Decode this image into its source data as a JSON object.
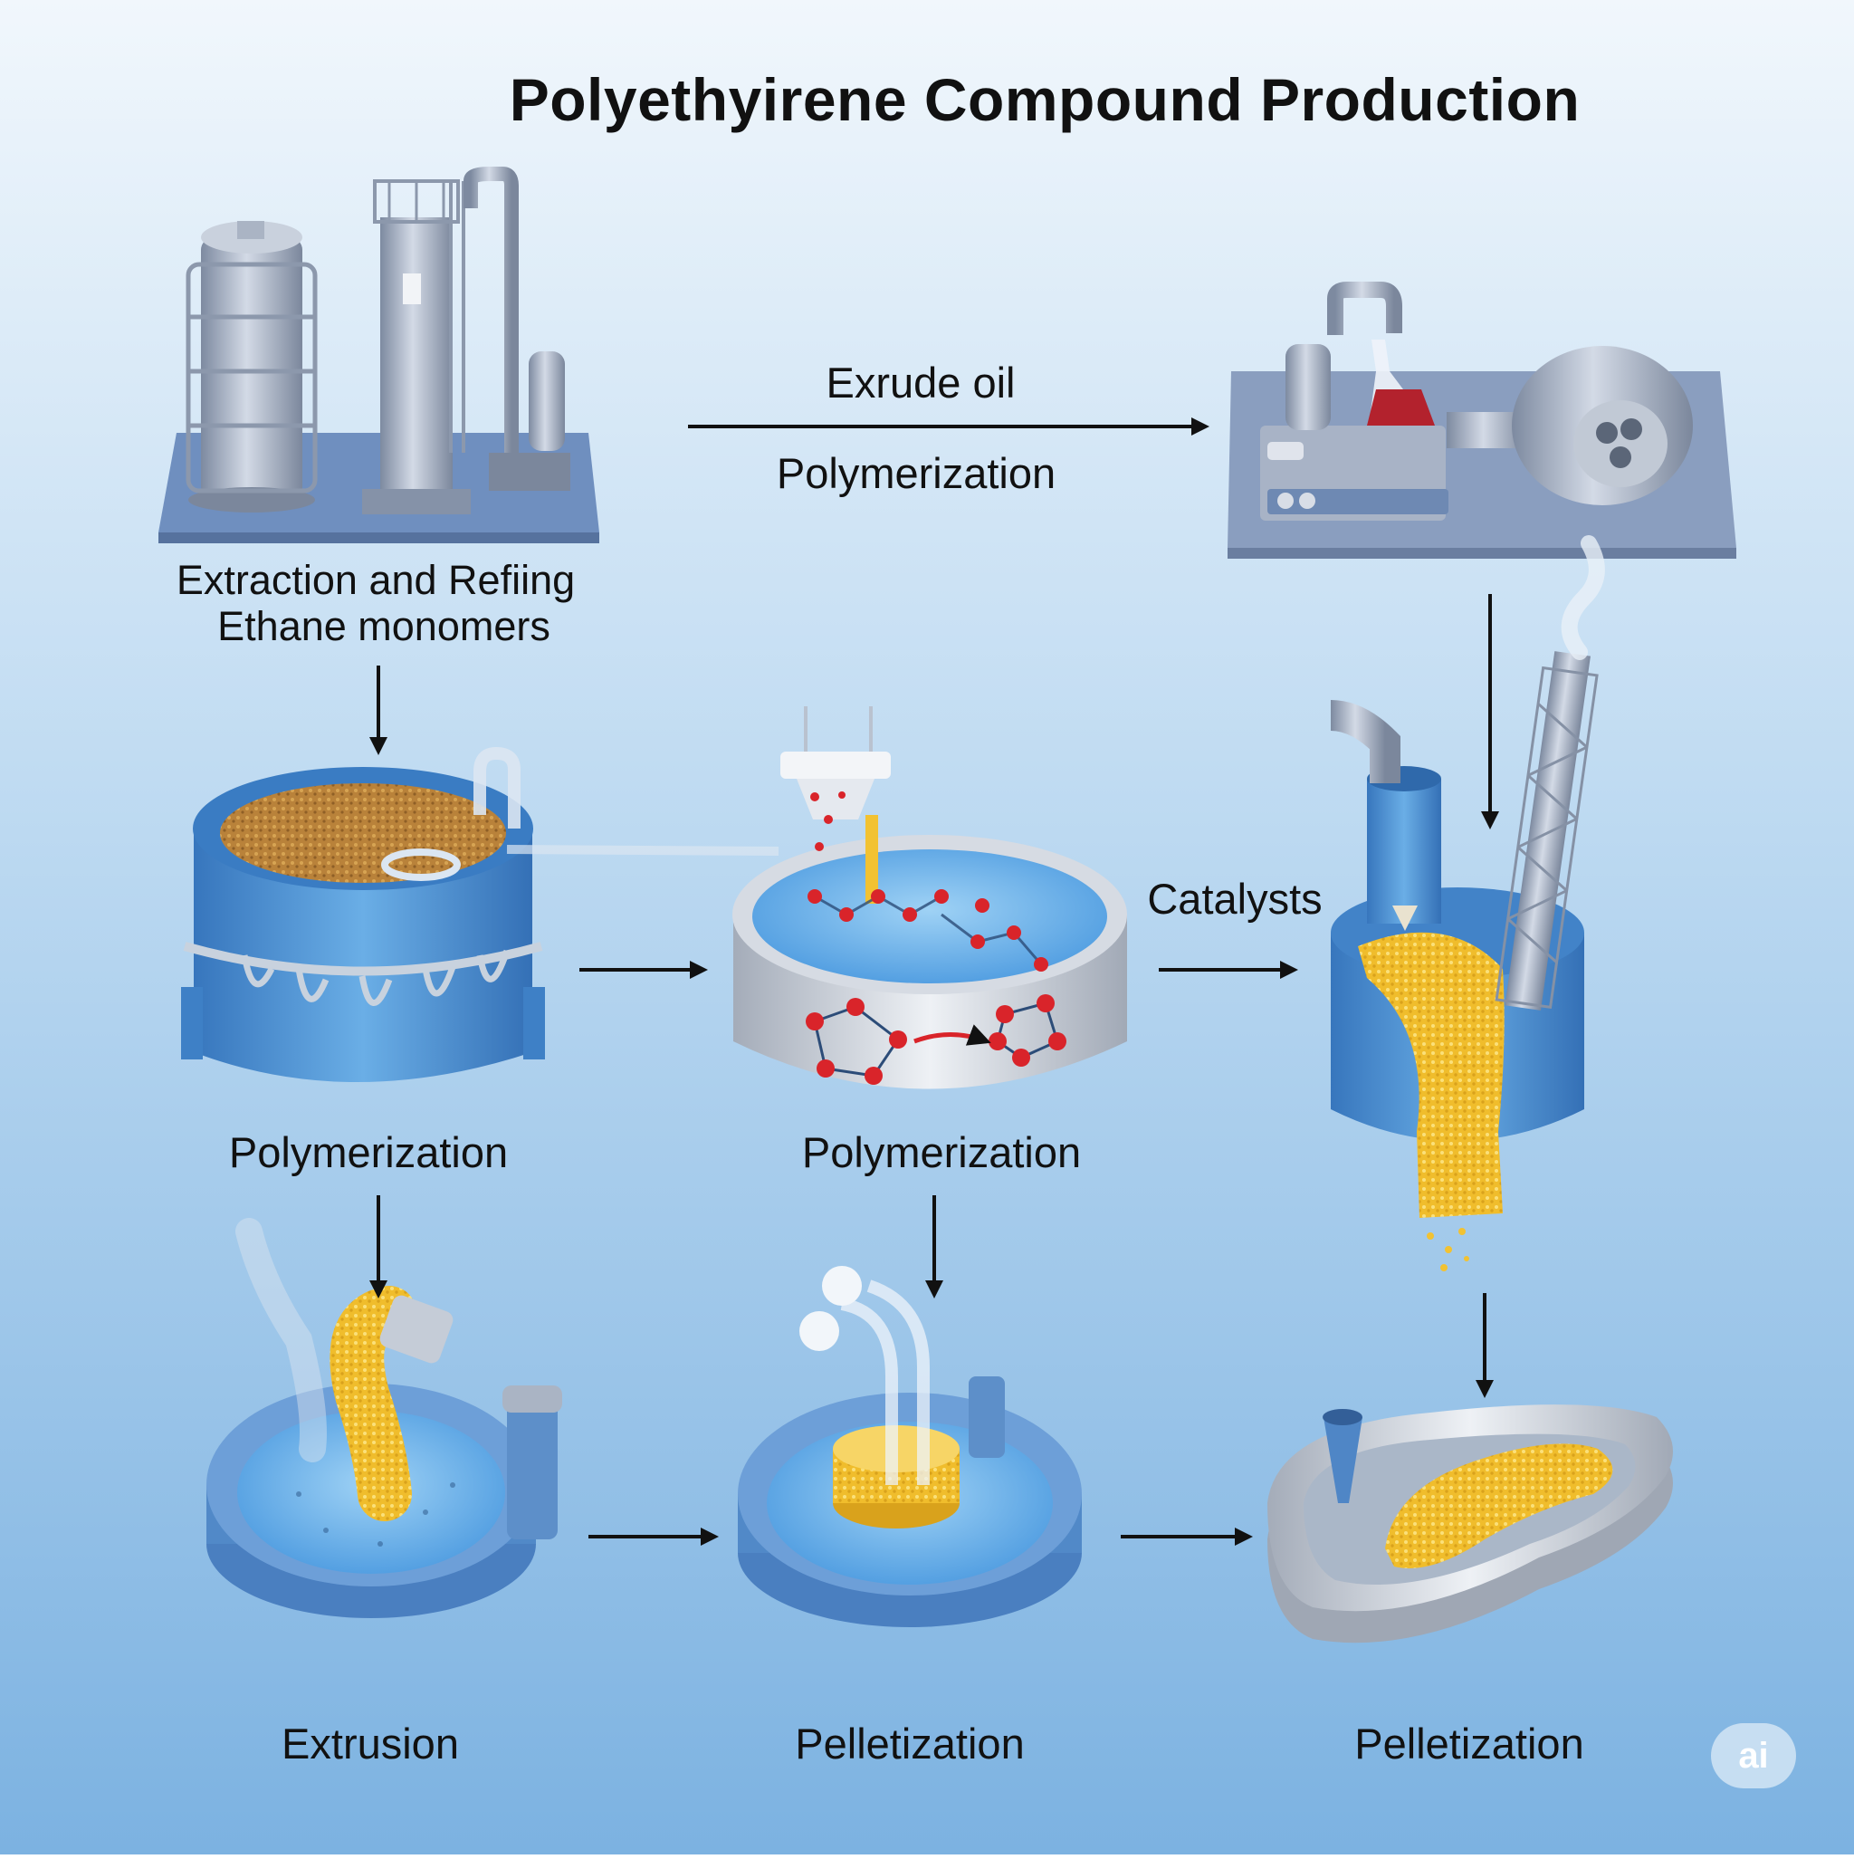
{
  "diagram": {
    "title": "Polyethyirene Compound Production",
    "labels": {
      "extraction_line1": "Extraction and Refiing",
      "extraction_line2": "Ethane monomers",
      "arrow_top_upper": "Exrude oil",
      "arrow_top_lower": "Polymerization",
      "reactor_left": "Polymerization",
      "reactor_middle": "Polymerization",
      "catalysts": "Catalysts",
      "extrusion": "Extrusion",
      "pelletization_middle": "Pelletization",
      "pelletization_right": "Pelletization"
    },
    "badge": "ai"
  },
  "colors": {
    "background_top": "#eef5fb",
    "background_bottom": "#7fb3e0",
    "tank_blue": "#4a8ed1",
    "steel": "#9aa6b8",
    "pellet_yellow": "#f2c232",
    "molecule_red": "#d9242a",
    "water": "#5aa7e3",
    "arrow": "#111111"
  }
}
